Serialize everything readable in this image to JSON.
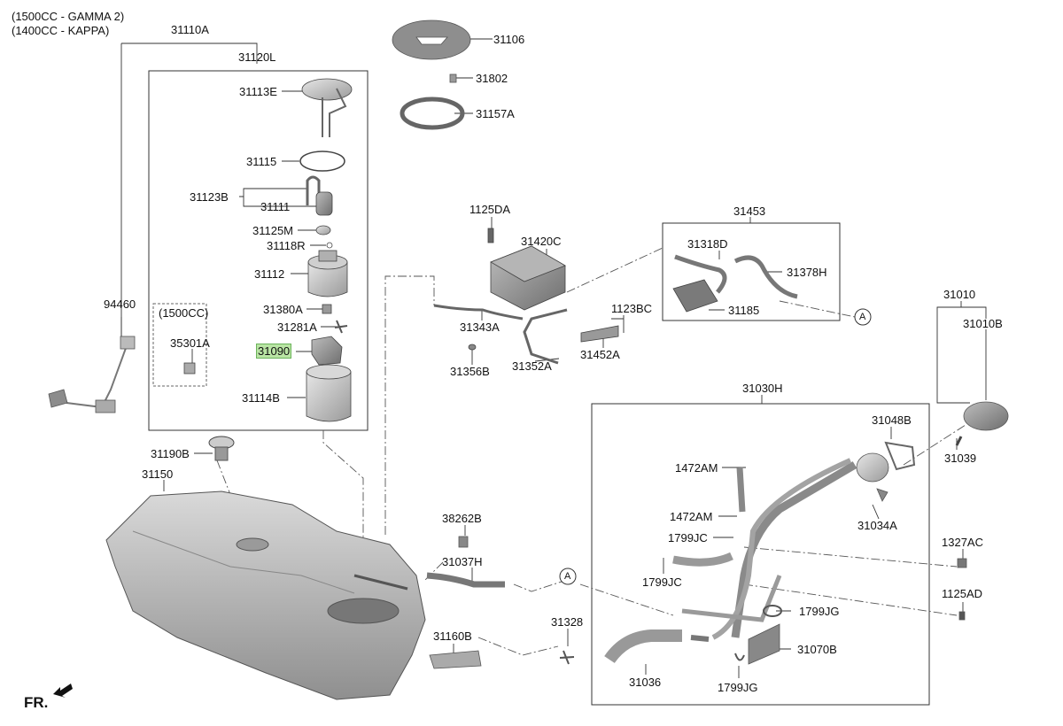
{
  "variants": {
    "line1": "(1500CC - GAMMA 2)",
    "line2": "(1400CC - KAPPA)"
  },
  "sub_variant": "(1500CC)",
  "front_marker": "FR.",
  "callout_letter": "A",
  "highlight_color": "#b9e4a4",
  "parts": {
    "p31110A": "31110A",
    "p31120L": "31120L",
    "p31113E": "31113E",
    "p31115": "31115",
    "p31123B": "31123B",
    "p31111": "31111",
    "p31125M": "31125M",
    "p31118R": "31118R",
    "p31112": "31112",
    "p31380A": "31380A",
    "p31281A": "31281A",
    "p31090": "31090",
    "p31114B": "31114B",
    "p35301A": "35301A",
    "p94460": "94460",
    "p31106": "31106",
    "p31802": "31802",
    "p31157A": "31157A",
    "p1125DA": "1125DA",
    "p31420C": "31420C",
    "p31453": "31453",
    "p31318D": "31318D",
    "p31378H": "31378H",
    "p31185": "31185",
    "p1123BC": "1123BC",
    "p31343A": "31343A",
    "p31452A": "31452A",
    "p31352A": "31352A",
    "p31356B": "31356B",
    "p31010": "31010",
    "p31010B": "31010B",
    "p31030H": "31030H",
    "p31048B": "31048B",
    "p31039": "31039",
    "p1472AM_1": "1472AM",
    "p1472AM_2": "1472AM",
    "p31034A": "31034A",
    "p1799JC_1": "1799JC",
    "p1799JC_2": "1799JC",
    "p1327AC": "1327AC",
    "p1125AD": "1125AD",
    "p1799JG_1": "1799JG",
    "p1799JG_2": "1799JG",
    "p31070B": "31070B",
    "p31036": "31036",
    "p31190B": "31190B",
    "p31150": "31150",
    "p38262B": "38262B",
    "p31037H": "31037H",
    "p31328": "31328",
    "p31160B": "31160B"
  }
}
